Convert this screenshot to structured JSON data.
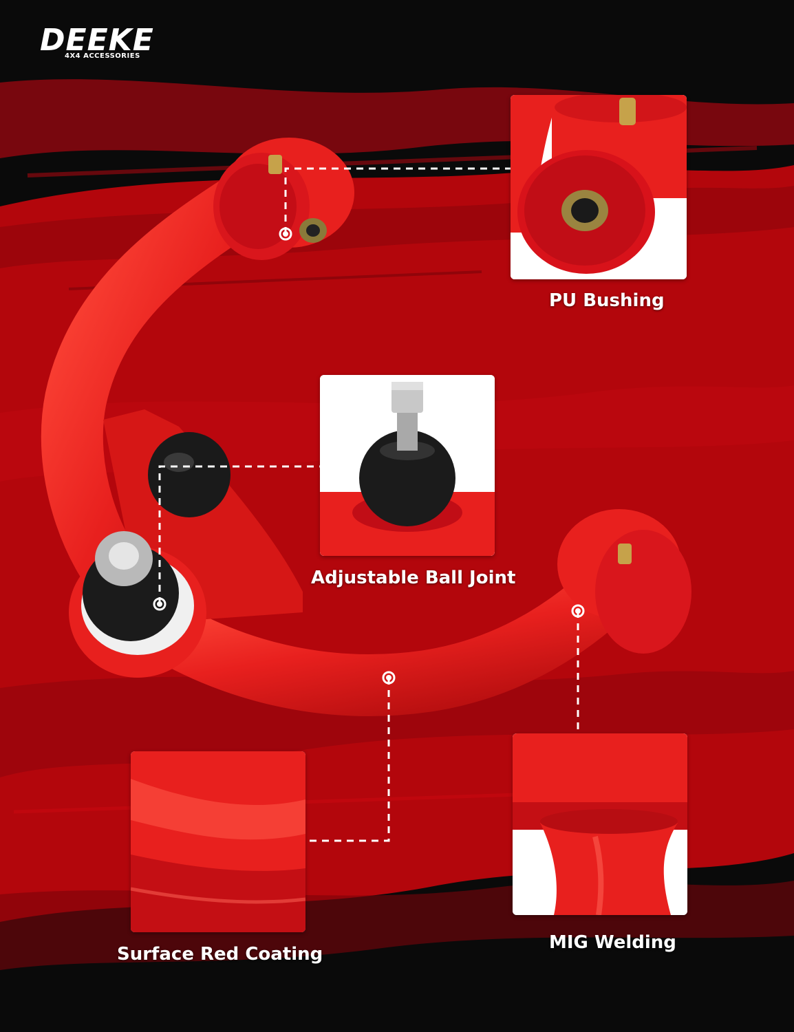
{
  "brand": {
    "name": "DEEKE",
    "tagline": "4X4 ACCESSORIES"
  },
  "colors": {
    "background": "#0a0a0a",
    "accent_red": "#b3060c",
    "product_red": "#e8201e",
    "text": "#ffffff"
  },
  "callouts": [
    {
      "label": "PU Bushing",
      "icon": "bushing-closeup"
    },
    {
      "label": "Adjustable Ball Joint",
      "icon": "ball-joint-closeup"
    },
    {
      "label": "Surface Red Coating",
      "icon": "coating-closeup"
    },
    {
      "label": "MIG Welding",
      "icon": "weld-closeup"
    }
  ]
}
